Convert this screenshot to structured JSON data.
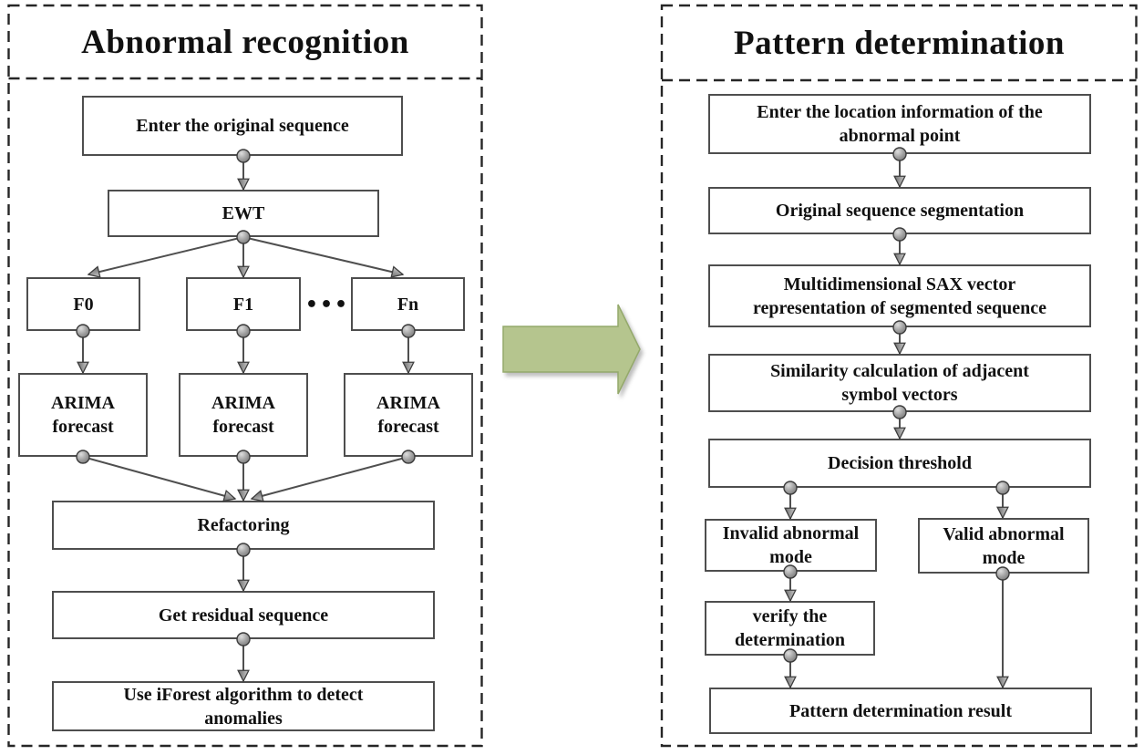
{
  "left": {
    "title": "Abnormal recognition",
    "enter": "Enter the original sequence",
    "ewt": "EWT",
    "f0": "F0",
    "f1": "F1",
    "ellipsis": "•••",
    "fn": "Fn",
    "arima0": "ARIMA forecast",
    "arima1": "ARIMA forecast",
    "arima2": "ARIMA forecast",
    "refactoring": "Refactoring",
    "residual": "Get residual sequence",
    "iforest": "Use iForest algorithm to detect anomalies"
  },
  "right": {
    "title": "Pattern determination",
    "location": "Enter the location information of the abnormal point",
    "segmentation": "Original sequence segmentation",
    "sax": "Multidimensional SAX vector representation of segmented sequence",
    "similarity": "Similarity calculation of adjacent symbol vectors",
    "threshold": "Decision threshold",
    "invalid": "Invalid abnormal mode",
    "valid": "Valid abnormal mode",
    "verify": "verify the determination",
    "result": "Pattern determination result"
  },
  "colors": {
    "green-arrow": "#b5c58e",
    "green-arrow-border": "#94a96b",
    "connector": "#4f4f4f",
    "node-border": "#4e4e4e",
    "panel-border": "#262626",
    "text": "#111111"
  }
}
